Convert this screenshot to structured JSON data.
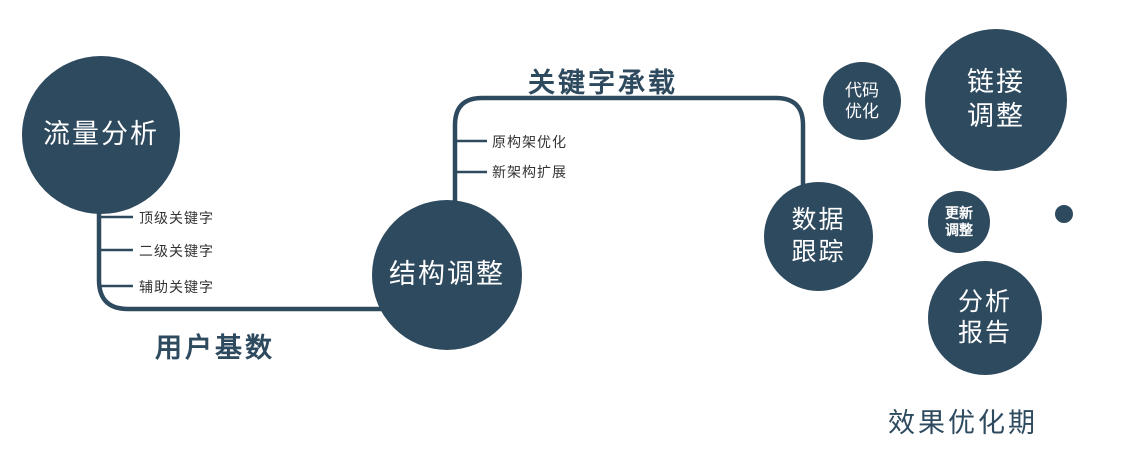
{
  "diagram": {
    "nodes": {
      "traffic": {
        "label": "流量分析"
      },
      "structure": {
        "label": "结构调整"
      },
      "data_tracking": {
        "label": "数据\n跟踪"
      },
      "code_opt": {
        "label": "代码\n优化"
      },
      "link_adjust": {
        "label": "链接\n调整"
      },
      "update_adjust": {
        "label": "更新\n调整"
      },
      "analysis_report": {
        "label": "分析\n报告"
      }
    },
    "edges": {
      "user_base": {
        "label": "用户基数"
      },
      "keyword_carry": {
        "label": "关键字承载"
      }
    },
    "ticks_left": [
      "顶级关键字",
      "二级关键字",
      "辅助关键字"
    ],
    "ticks_mid": [
      "原构架优化",
      "新架构扩展"
    ],
    "footer": "效果优化期",
    "colors": {
      "node_fill": "#2e4a5f",
      "node_text": "#ffffff",
      "connector": "#2e4a5f",
      "tick_label_text": "#333333",
      "background": "#ffffff"
    }
  }
}
